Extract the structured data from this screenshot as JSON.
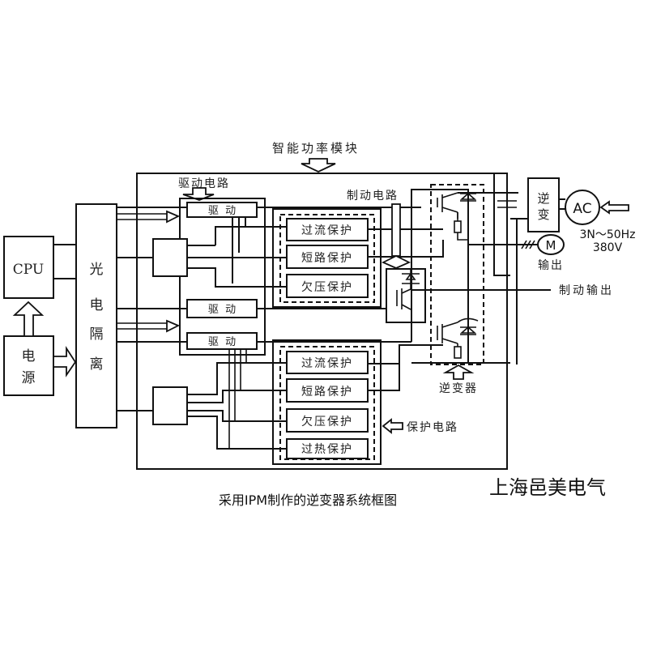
{
  "title": "智能功率模块",
  "caption": "采用IPM制作的逆变器系统框图",
  "watermark": "上海邑美电气",
  "blocks": {
    "cpu": "CPU",
    "power_supply": [
      "电",
      "源"
    ],
    "optocoupler": [
      "光",
      "电",
      "隔",
      "离"
    ],
    "drive_circuit_label": "驱动电路",
    "drive_units": [
      "驱  动",
      "驱  动",
      "驱  动"
    ],
    "brake_circuit_label": "制动电路",
    "protection_upper": [
      "过流保护",
      "短路保护",
      "欠压保护"
    ],
    "protection_lower": [
      "过流保护",
      "短路保护",
      "欠压保护",
      "过热保护"
    ],
    "protection_circuit_label": "保护电路",
    "inverter_label": "逆变器",
    "rectifier": [
      "逆",
      "变"
    ],
    "ac_source": "AC",
    "ac_spec": [
      "3N～50Hz",
      "380V"
    ],
    "motor": "M",
    "motor_output_label": "输出",
    "brake_output_label": "制动输出"
  }
}
